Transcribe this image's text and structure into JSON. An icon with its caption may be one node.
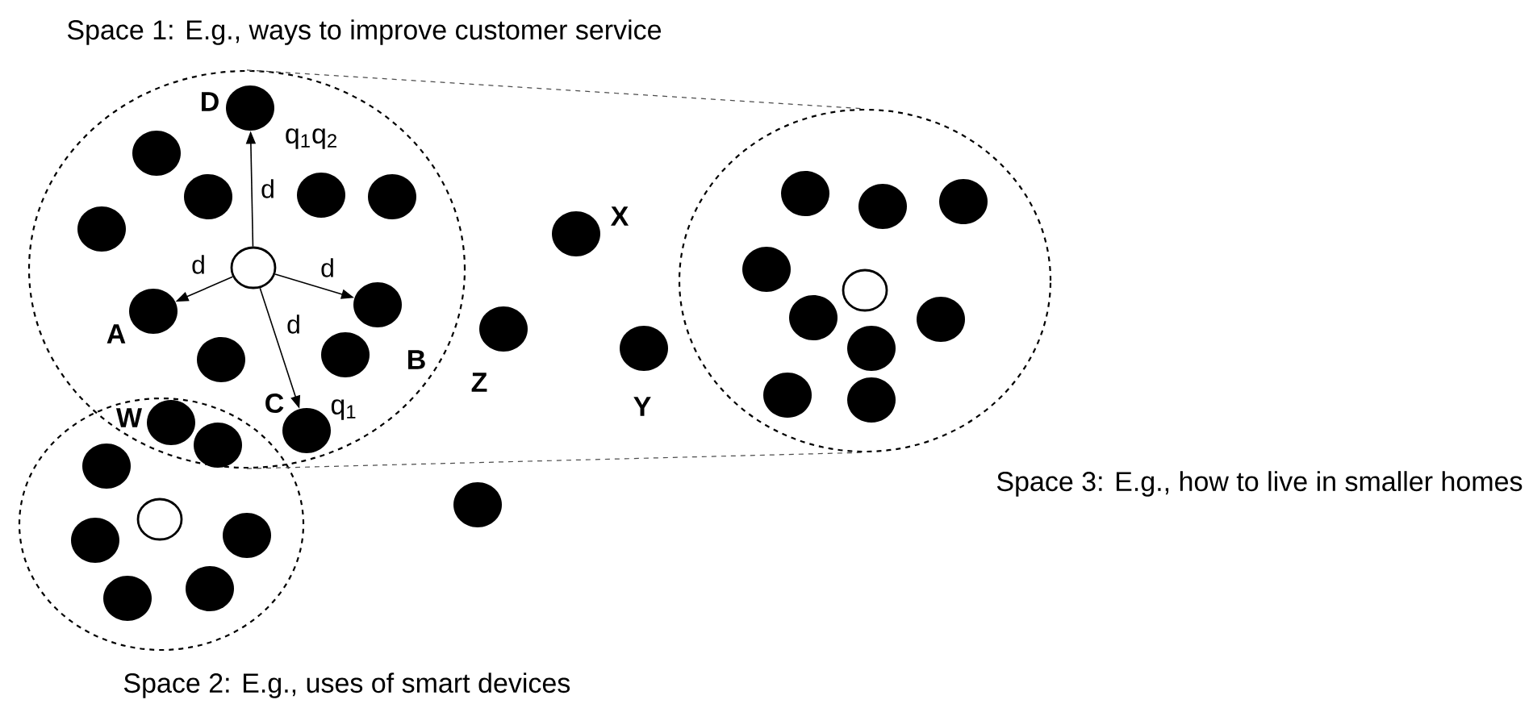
{
  "diagram": {
    "nodes": [
      {
        "text": [
          "Space 1: E.g., ways to improve customer service"
        ]
      },
      {
        "text": [],
        "shape": "dot",
        "in": 0
      },
      {
        "text": [],
        "shape": "dot",
        "in": 0
      },
      {
        "text": [],
        "shape": "dot",
        "in": 0
      },
      {
        "text": [],
        "shape": "dot",
        "in": 0
      },
      {
        "text": [],
        "shape": "dot",
        "in": 0
      },
      {
        "text": [],
        "shape": "dot",
        "in": 0,
        "beside": [
          "D",
          "q$_{1}$q$_{2}$"
        ]
      },
      {
        "text": [],
        "shape": "circle",
        "in": 0
      },
      {
        "text": [],
        "shape": "dot",
        "in": 0,
        "beside": [
          "A"
        ]
      },
      {
        "text": [],
        "shape": "dot",
        "in": 0,
        "beside": [
          "B"
        ]
      },
      {
        "text": [],
        "shape": "dot",
        "in": 0
      },
      {
        "text": [],
        "shape": "dot",
        "in": 0
      },
      {
        "text": [],
        "shape": "dot",
        "in": 0,
        "beside": [
          "C",
          "q$_{1}$"
        ]
      },
      {
        "text": [],
        "shape": "dot",
        "beside": [
          "W"
        ]
      },
      {
        "text": [],
        "shape": "dot"
      },
      {
        "text": [],
        "shape": "dot",
        "beside": [
          "X"
        ]
      },
      {
        "text": [],
        "shape": "dot",
        "beside": [
          "Z"
        ]
      },
      {
        "text": [],
        "shape": "dot",
        "beside": [
          "Y"
        ]
      },
      {
        "text": [
          "Space 2: E.g., uses of smart devices"
        ]
      },
      {
        "text": [],
        "shape": "dot",
        "in": 18
      },
      {
        "text": [],
        "shape": "circle",
        "in": 18
      },
      {
        "text": [],
        "shape": "dot",
        "in": 18
      },
      {
        "text": [],
        "shape": "dot",
        "in": 18
      },
      {
        "text": [],
        "shape": "dot",
        "in": 18
      },
      {
        "text": [],
        "shape": "dot",
        "in": 18
      },
      {
        "text": [],
        "shape": "dot"
      },
      {
        "text": [
          "Space 3: E.g., how to live in smaller homes"
        ]
      },
      {
        "text": [],
        "shape": "dot",
        "in": 26
      },
      {
        "text": [],
        "shape": "dot",
        "in": 26
      },
      {
        "text": [],
        "shape": "dot",
        "in": 26
      },
      {
        "text": [],
        "shape": "dot",
        "in": 26
      },
      {
        "text": [],
        "shape": "circle",
        "in": 26
      },
      {
        "text": [],
        "shape": "dot",
        "in": 26
      },
      {
        "text": [],
        "shape": "dot",
        "in": 26
      },
      {
        "text": [],
        "shape": "dot",
        "in": 26
      },
      {
        "text": [],
        "shape": "dot",
        "in": 26
      },
      {
        "text": [],
        "shape": "dot",
        "in": 26
      }
    ],
    "edges": [
      {
        "from": 7,
        "to": 6,
        "arrow": "to",
        "label": "d"
      },
      {
        "from": 7,
        "to": 8,
        "arrow": "to",
        "label": "d"
      },
      {
        "from": 7,
        "to": 9,
        "arrow": "to",
        "label": "d"
      },
      {
        "from": 7,
        "to": 12,
        "arrow": "to",
        "label": "d"
      },
      {
        "from": 0,
        "to": 26,
        "arrow": "none",
        "style": "dashed"
      },
      {
        "from": 0,
        "to": 26,
        "arrow": "none",
        "style": "dashed"
      }
    ]
  }
}
